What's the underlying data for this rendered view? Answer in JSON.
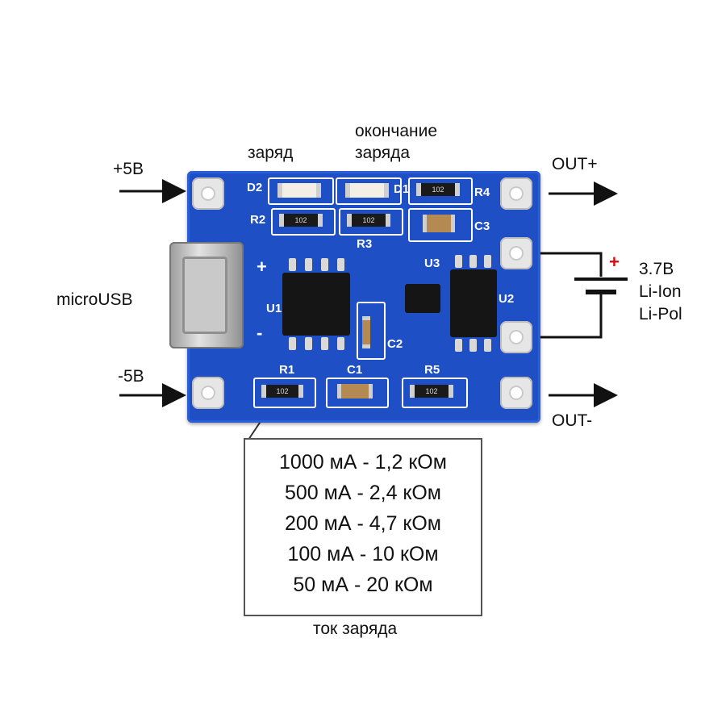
{
  "labels": {
    "plus5": "+5В",
    "minus5": "-5В",
    "charge": "заряд",
    "end_charge_1": "окончание",
    "end_charge_2": "заряда",
    "microusb": "microUSB",
    "out_plus": "OUT+",
    "out_minus": "OUT-",
    "battery_1": "3.7B",
    "battery_2": "Li-Ion",
    "battery_3": "Li-Pol",
    "battery_plus": "+",
    "caption": "ток заряда"
  },
  "silkscreen": {
    "d2": "D2",
    "d1": "D1",
    "r4": "R4",
    "r2": "R2",
    "r3": "R3",
    "c3": "C3",
    "u3": "U3",
    "u1": "U1",
    "u2": "U2",
    "c2": "C2",
    "r1": "R1",
    "c1": "C1",
    "r5": "R5",
    "plus": "+",
    "minus": "-",
    "res_code": "102"
  },
  "legend": [
    "1000 мА - 1,2 кОм",
    "500 мА - 2,4 кОм",
    "200 мА - 4,7 кОм",
    "100 мА - 10 кОм",
    "50 мА - 20 кОм"
  ],
  "colors": {
    "board": "#1f4fc4",
    "battery_plus": "#d01010",
    "arrow": "#111111"
  }
}
